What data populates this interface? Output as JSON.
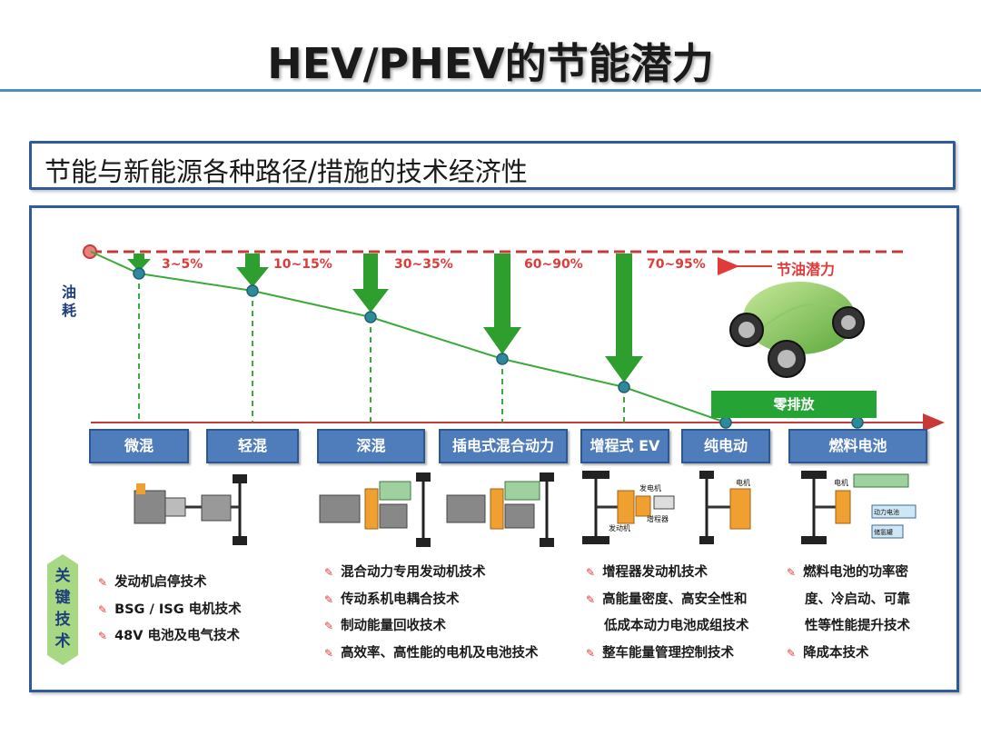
{
  "title": "HEV/PHEV的节能潜力",
  "subtitle": "节能与新能源各种路径/措施的技术经济性",
  "y_axis_label": [
    "油",
    "耗"
  ],
  "potential_label": "节油潜力",
  "zero_emission_label": "零排放",
  "savings": [
    {
      "label": "3~5%"
    },
    {
      "label": "10~15%"
    },
    {
      "label": "30~35%"
    },
    {
      "label": "60~90%"
    },
    {
      "label": "70~95%"
    }
  ],
  "categories": [
    "微混",
    "轻混",
    "深混",
    "插电式混合动力",
    "增程式 EV",
    "纯电动",
    "燃料电池"
  ],
  "key_tech_label": [
    "关",
    "键",
    "技",
    "术"
  ],
  "key_tech": [
    {
      "items": [
        "发动机启停技术",
        "BSG / ISG 电机技术",
        "48V 电池及电气技术"
      ]
    },
    {
      "items": [
        "混合动力专用发动机技术",
        "传动系机电耦合技术",
        "制动能量回收技术",
        "高效率、高性能的电机及电池技术"
      ]
    },
    {
      "items": [
        "增程器发动机技术",
        "高能量密度、高安全性和",
        "低成本动力电池成组技术",
        "整车能量管理控制技术"
      ],
      "continuation": [
        false,
        false,
        true,
        false
      ]
    },
    {
      "items": [
        "燃料电池的功率密",
        "度、冷启动、可靠",
        "性等性能提升技术",
        "降成本技术"
      ],
      "continuation": [
        false,
        true,
        true,
        false
      ]
    }
  ],
  "schematic_labels": {
    "generator": "发电机",
    "engine": "发动机",
    "motor": "电机",
    "range_extender": "增程器",
    "battery": "动力电池",
    "hydrogen_tank": "储氢罐"
  },
  "colors": {
    "accent_blue": "#2e5c9a",
    "category_fill": "#4f7cba",
    "arrow_green": "#2e9e2e",
    "line_green": "#3aaa3a",
    "dash_red": "#c83a3a",
    "banner_green": "#a8d884"
  }
}
